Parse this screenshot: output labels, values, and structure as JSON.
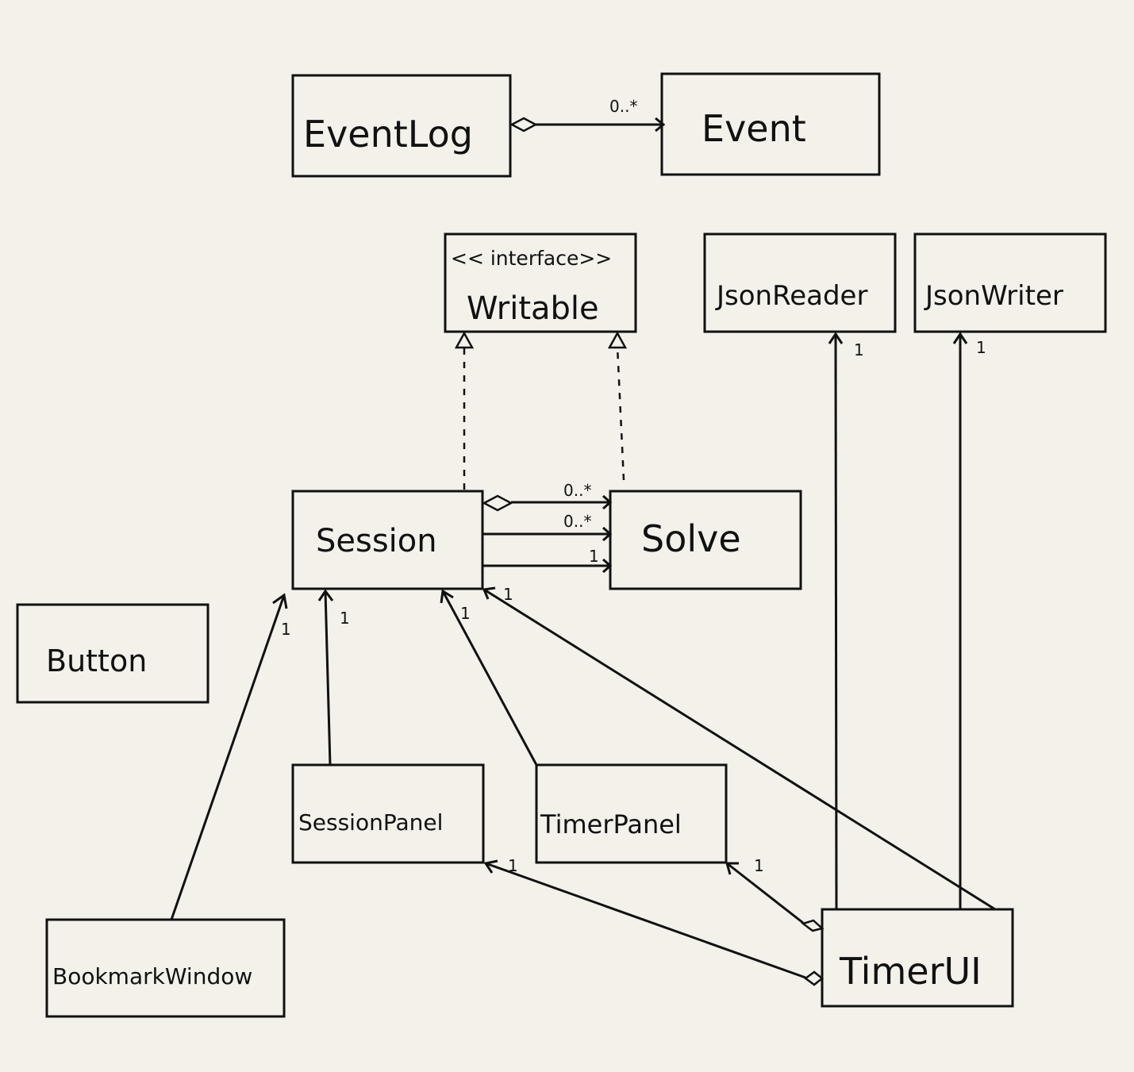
{
  "classes": {
    "eventlog": {
      "name": "EventLog"
    },
    "event": {
      "name": "Event"
    },
    "writable": {
      "stereotype": "<< interface>>",
      "name": "Writable"
    },
    "jsonreader": {
      "name": "JsonReader"
    },
    "jsonwriter": {
      "name": "JsonWriter"
    },
    "session": {
      "name": "Session"
    },
    "solve": {
      "name": "Solve"
    },
    "button": {
      "name": "Button"
    },
    "sessionpanel": {
      "name": "SessionPanel"
    },
    "timerpanel": {
      "name": "TimerPanel"
    },
    "bookmarkwindow": {
      "name": "BookmarkWindow"
    },
    "timerui": {
      "name": "TimerUI"
    }
  },
  "multiplicities": {
    "eventlog_event": "0..*",
    "session_solve_aggregation": "0..*",
    "session_solve_association": "0..*",
    "session_solve_single": "1",
    "bookmarkwindow_session": "1",
    "sessionpanel_session": "1",
    "timerpanel_session": "1",
    "timerui_session": "1",
    "timerui_jsonreader": "1",
    "timerui_jsonwriter": "1",
    "timerui_sessionpanel": "1",
    "timerui_timerpanel": "1"
  }
}
